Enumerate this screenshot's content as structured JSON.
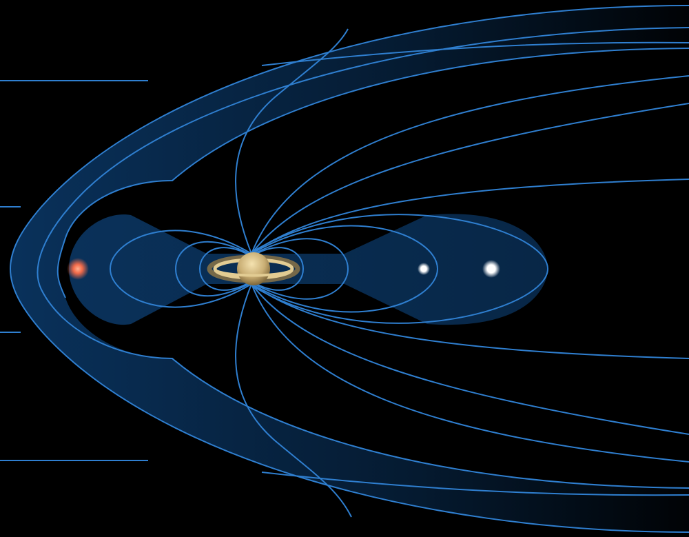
{
  "colors": {
    "background": "#000000",
    "field_line": "#2f7fd0",
    "sheath_fill": "#0b3a6b",
    "planet": "#c9ae74",
    "ring": "#d8c18a",
    "moon_red": "#f26b4a",
    "moon_white": "#ffffff"
  },
  "objects": [
    {
      "name": "saturn",
      "icon": "planet-with-rings"
    },
    {
      "name": "red-moon",
      "icon": "glowing-dot"
    },
    {
      "name": "inner-white-moon",
      "icon": "glowing-dot"
    },
    {
      "name": "outer-white-moon",
      "icon": "glowing-dot"
    }
  ]
}
